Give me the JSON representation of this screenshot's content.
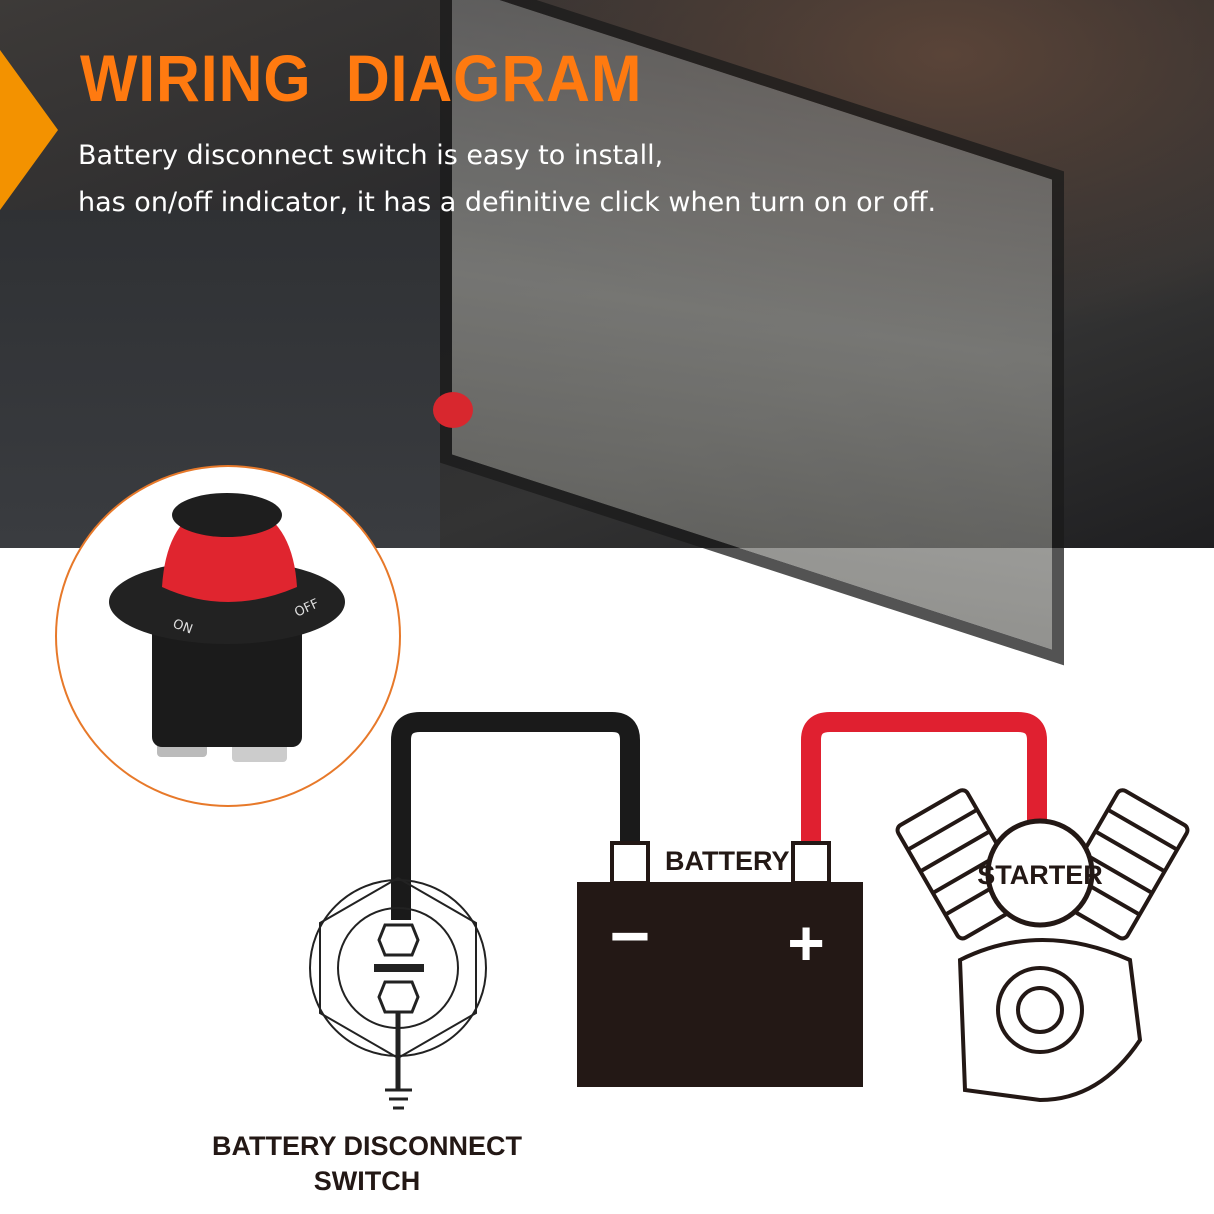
{
  "header": {
    "title": "WIRING  DIAGRAM",
    "subtitle_lines": [
      "Battery disconnect switch is easy to install,",
      "has on/off indicator, it has a definitive click when turn on or off."
    ]
  },
  "product": {
    "on_label": "ON",
    "off_label": "OFF"
  },
  "diagram": {
    "battery_label": "BATTERY",
    "negative_symbol": "−",
    "positive_symbol": "+",
    "starter_label": "STARTER",
    "switch_label_lines": [
      "BATTERY DISCONNECT",
      "SWITCH"
    ]
  },
  "colors": {
    "accent": "#ff7a10",
    "chevron": "#f39200",
    "negative_wire": "#1a1a1a",
    "positive_wire": "#e02030",
    "battery": "#231815",
    "switch_red": "#e0252f"
  }
}
